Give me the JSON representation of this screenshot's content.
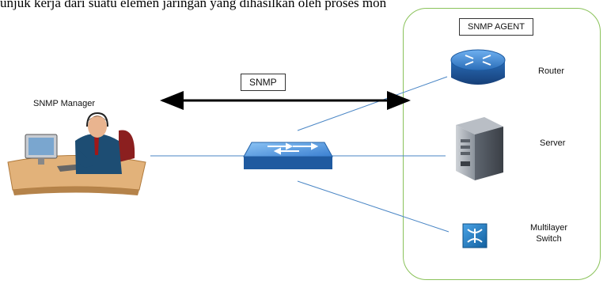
{
  "header_text": "unjuk kerja dari suatu elemen jaringan yang dihasilkan oleh proses mon",
  "protocol_label": "SNMP",
  "manager": {
    "label": "SNMP Manager"
  },
  "agent": {
    "title": "SNMP AGENT",
    "devices": [
      {
        "label": "Router"
      },
      {
        "label": "Server"
      },
      {
        "label_line1": "Multilayer",
        "label_line2": "Switch"
      }
    ]
  },
  "colors": {
    "panel_border": "#8ac25a",
    "link_line": "#4a86c5",
    "router_blue": "#2a6db8",
    "switch_blue": "#3a7fd0",
    "mls_blue": "#1a78c2",
    "server_gray": "#7d8590"
  }
}
